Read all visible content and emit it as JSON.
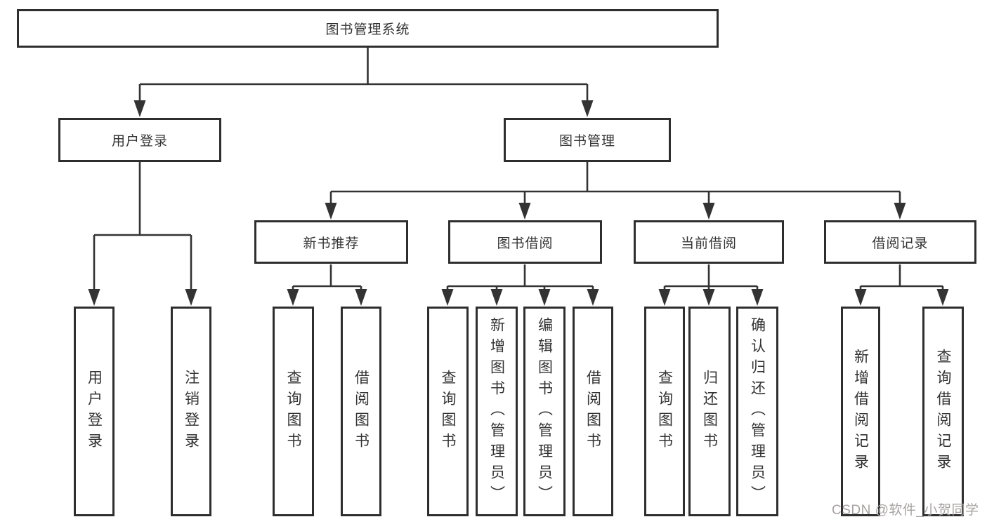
{
  "diagram": {
    "root": {
      "label": "图书管理系统"
    },
    "branches": [
      {
        "label": "用户登录",
        "children": [
          {
            "label": "用户登录"
          },
          {
            "label": "注销登录"
          }
        ]
      },
      {
        "label": "图书管理",
        "children": [
          {
            "label": "新书推荐",
            "children": [
              {
                "label": "查询图书"
              },
              {
                "label": "借阅图书"
              }
            ]
          },
          {
            "label": "图书借阅",
            "children": [
              {
                "label": "查询图书"
              },
              {
                "label": "新增图书（管理员）"
              },
              {
                "label": "编辑图书（管理员）"
              },
              {
                "label": "借阅图书"
              }
            ]
          },
          {
            "label": "当前借阅",
            "children": [
              {
                "label": "查询图书"
              },
              {
                "label": "归还图书"
              },
              {
                "label": "确认归还（管理员）"
              }
            ]
          },
          {
            "label": "借阅记录",
            "children": [
              {
                "label": "新增借阅记录"
              },
              {
                "label": "查询借阅记录"
              }
            ]
          }
        ]
      }
    ]
  },
  "watermark": {
    "text": "CSDN @软件_小贺同学"
  },
  "colors": {
    "background": "#ffffff",
    "line": "#333333",
    "box_border": "#2e2e2e",
    "text": "#333333",
    "watermark": "#a7a2a2"
  }
}
